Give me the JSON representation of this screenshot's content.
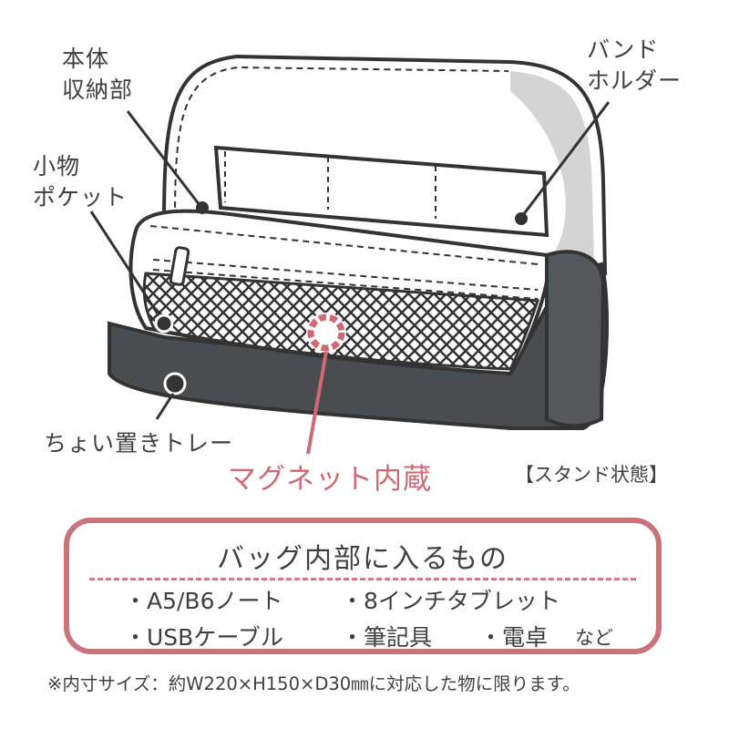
{
  "callouts": {
    "main_compartment": [
      "本体",
      "収納部"
    ],
    "small_pocket": [
      "小物",
      "ポケット"
    ],
    "band_holder": [
      "バンド",
      "ホルダー"
    ],
    "tray": "ちょい置きトレー",
    "magnet": "マグネット内蔵",
    "stand_state": "【スタンド状態】"
  },
  "contents_box": {
    "title": "バッグ内部に入るもの",
    "rows": [
      [
        "・A5/B6ノート",
        "・8インチタブレット"
      ],
      [
        "・USBケーブル",
        "・筆記具",
        "・電卓"
      ]
    ],
    "suffix": "など"
  },
  "footnote": "※内寸サイズ：約W220×H150×D30㎜に対応した物に限ります。",
  "colors": {
    "accent": "#cf6a74",
    "box_border": "#c9747c",
    "bag_dark": "#4a4d50",
    "outline": "#333333",
    "lining_gray": "#d4d4d4"
  }
}
